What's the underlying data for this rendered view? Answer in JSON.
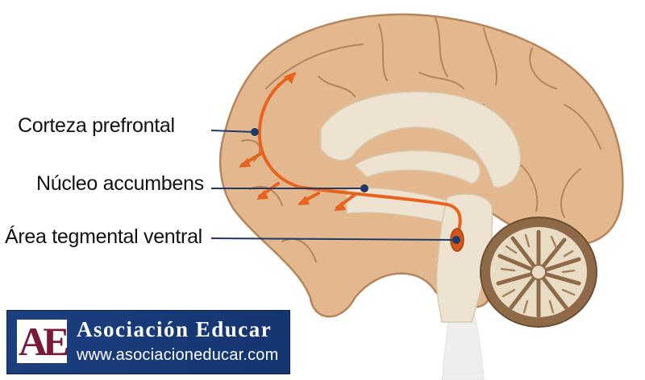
{
  "labels": {
    "prefrontal": "Corteza prefrontal",
    "accumbens": "Núcleo accumbens",
    "tegmental": "Área tegmental ventral"
  },
  "logo": {
    "mark": "AE",
    "name": "Asociación Educar",
    "url": "www.asociacioneducar.com"
  },
  "colors": {
    "brain_fill": "#e3b88e",
    "brain_stroke": "#b6855a",
    "white_matter": "#ede3d0",
    "pathway": "#e8641e",
    "leader_line": "#1f3a66",
    "logo_bg": "#1c3f80",
    "logo_mark_text": "#7a1a3a",
    "cerebellum": "#8f6a48"
  }
}
